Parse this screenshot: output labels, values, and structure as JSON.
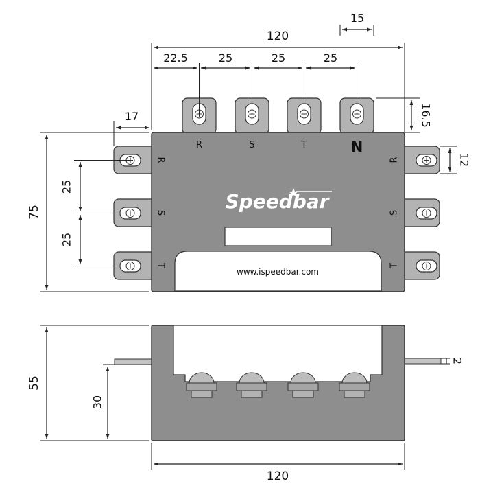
{
  "top_view": {
    "dims": {
      "total_width": "120",
      "first_offset": "22.5",
      "pitch_1": "25",
      "pitch_2": "25",
      "pitch_3": "25",
      "lug_width": "15",
      "lug_height": "16.5",
      "side_lug_reach": "17",
      "body_height": "75",
      "side_pitch_1": "25",
      "side_pitch_2": "25",
      "side_lug_height": "12"
    },
    "top_terminals": [
      "R",
      "S",
      "T",
      "N"
    ],
    "left_terminals": [
      "R",
      "S",
      "T"
    ],
    "right_terminals": [
      "R",
      "S",
      "T"
    ],
    "brand": "Speedbar",
    "website": "www.ispeedbar.com"
  },
  "side_view": {
    "dims": {
      "height": "55",
      "bar_height": "30",
      "bar_thickness": "2",
      "width": "120"
    }
  },
  "colors": {
    "body": "#8e8e8e",
    "lug": "#b3b3b3",
    "outline": "#333333",
    "brand_text": "#ffffff"
  }
}
